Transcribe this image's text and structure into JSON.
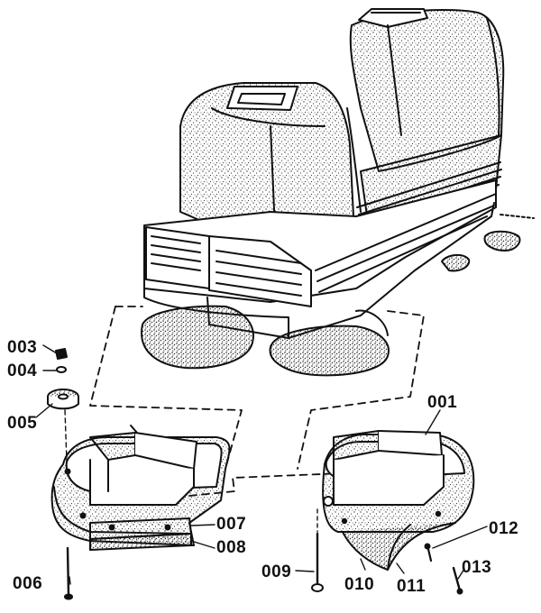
{
  "diagram": {
    "callouts": [
      {
        "id": "003",
        "text": "003"
      },
      {
        "id": "004",
        "text": "004"
      },
      {
        "id": "005",
        "text": "005"
      },
      {
        "id": "001",
        "text": "001"
      },
      {
        "id": "007",
        "text": "007"
      },
      {
        "id": "008",
        "text": "008"
      },
      {
        "id": "012",
        "text": "012"
      },
      {
        "id": "006",
        "text": "006"
      },
      {
        "id": "009",
        "text": "009"
      },
      {
        "id": "010",
        "text": "010"
      },
      {
        "id": "011",
        "text": "011"
      },
      {
        "id": "013",
        "text": "013"
      }
    ],
    "colors": {
      "ink": "#111111",
      "paper": "#ffffff",
      "stipple": "#3a3a3a"
    }
  }
}
